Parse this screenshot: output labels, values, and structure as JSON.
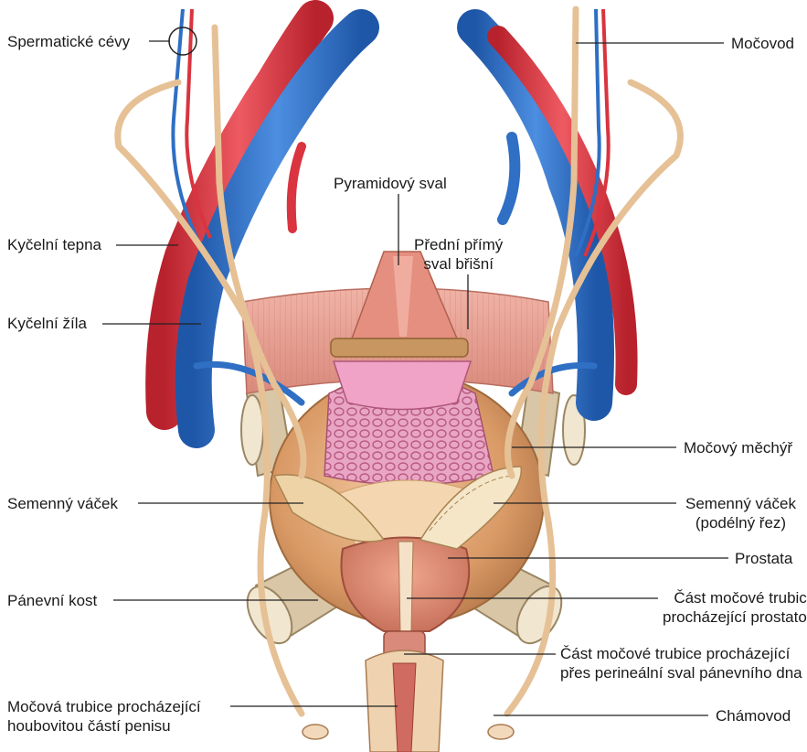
{
  "labels": {
    "spermatic_vessels": "Spermatické cévy",
    "ureter": "Močovod",
    "pyramidal_muscle": "Pyramidový sval",
    "rectus_line1": "Přední přímý",
    "rectus_line2": "sval břišní",
    "iliac_artery": "Kyčelní tepna",
    "iliac_vein": "Kyčelní žíla",
    "bladder": "Močový měchýř",
    "seminal_vesicle_left": "Semenný váček",
    "seminal_vesicle_right_line1": "Semenný váček",
    "seminal_vesicle_right_line2": "(podélný řez)",
    "prostate": "Prostata",
    "pelvic_bone": "Pánevní kost",
    "prostatic_urethra_line1": "Část močové trubice",
    "prostatic_urethra_line2": "procházející prostatou",
    "membranous_urethra_line1": "Část močové trubice procházející",
    "membranous_urethra_line2": "přes perineální sval pánevního dna",
    "spongy_urethra_line1": "Močová trubice procházející",
    "spongy_urethra_line2": "houbovitou částí penisu",
    "vas_deferens": "Chámovod"
  },
  "colors": {
    "artery": "#d9343f",
    "vein": "#2f6fc4",
    "nerve_duct": "#e8c49a",
    "muscle": "#e39a8c",
    "bladder": "#d8946a",
    "bone": "#d6c3a3",
    "leader": "#222222"
  }
}
